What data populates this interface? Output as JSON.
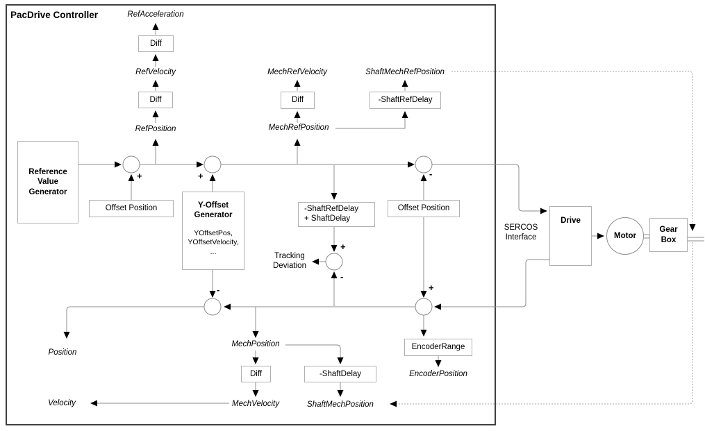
{
  "diagram": {
    "title": "PacDrive Controller",
    "blocks": {
      "diff": "Diff",
      "shaft_ref_delay": "-ShaftRefDelay",
      "reference_value_generator": "Reference\nValue\nGenerator",
      "offset_position": "Offset Position",
      "y_offset_generator_title": "Y-Offset\nGenerator",
      "y_offset_generator_params": "YOffsetPos,\nYOffsetVelocity,",
      "y_offset_generator_more": "...",
      "shaft_ref_delay_plus_shaft_delay": "-ShaftRefDelay\n+ ShaftDelay",
      "shaft_delay": "-ShaftDelay",
      "encoder_range": "EncoderRange",
      "drive": "Drive",
      "motor": "Motor",
      "gear_box": "Gear\nBox"
    },
    "signals": {
      "ref_acceleration": "RefAcceleration",
      "ref_velocity": "RefVelocity",
      "ref_position": "RefPosition",
      "mech_ref_velocity": "MechRefVelocity",
      "mech_ref_position": "MechRefPosition",
      "shaft_mech_ref_position": "ShaftMechRefPosition",
      "position": "Position",
      "velocity": "Velocity",
      "mech_position": "MechPosition",
      "mech_velocity": "MechVelocity",
      "shaft_mech_position": "ShaftMechPosition",
      "encoder_position": "EncoderPosition"
    },
    "annotations": {
      "sercos_interface": "SERCOS\nInterface",
      "tracking_deviation": "Tracking\nDeviation"
    },
    "junction_signs": {
      "offset_add": "+",
      "y_offset_add": "+",
      "offset_subtract": "-",
      "tracking_ref_add": "+",
      "tracking_fb_subtract": "-",
      "y_offset_subtract": "-",
      "encoder_offset_add": "+"
    },
    "colors": {
      "connector": "#8c8c8c",
      "box_border": "#b0b0b0",
      "outer_border": "#3f3f3f",
      "arrow": "#000000",
      "dotted": "#a6a6a6",
      "text": "#000000",
      "background": "#ffffff"
    }
  }
}
